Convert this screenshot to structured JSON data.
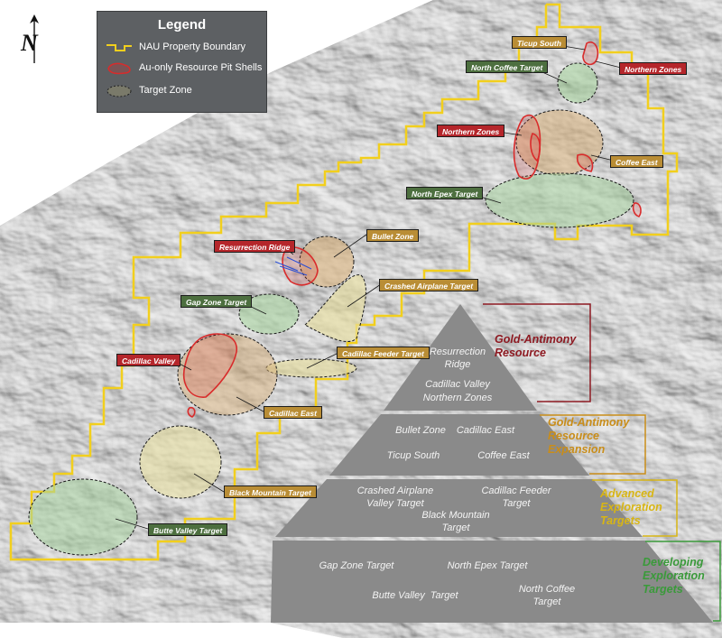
{
  "legend": {
    "title": "Legend",
    "items": [
      {
        "label": "NAU Property Boundary",
        "symbol": "boundary",
        "color": "#f2cf1d"
      },
      {
        "label": "Au-only Resource Pit Shells",
        "symbol": "pit-shell",
        "color": "#d92b2b"
      },
      {
        "label": "Target Zone",
        "symbol": "target-zone",
        "color": "#7a7a6a"
      }
    ]
  },
  "north_arrow": {
    "letter": "N"
  },
  "map_labels": [
    {
      "text": "Ticup South",
      "color": "gold"
    },
    {
      "text": "Northern Zones",
      "color": "red"
    },
    {
      "text": "North Coffee Target",
      "color": "green"
    },
    {
      "text": "Northern Zones",
      "color": "red"
    },
    {
      "text": "Coffee East",
      "color": "gold"
    },
    {
      "text": "North Epex Target",
      "color": "green"
    },
    {
      "text": "Resurrection Ridge",
      "color": "red"
    },
    {
      "text": "Bullet Zone",
      "color": "gold"
    },
    {
      "text": "Crashed Airplane Target",
      "color": "gold"
    },
    {
      "text": "Gap Zone Target",
      "color": "green"
    },
    {
      "text": "Cadillac Feeder Target",
      "color": "gold"
    },
    {
      "text": "Cadillac Valley",
      "color": "red"
    },
    {
      "text": "Cadillac East",
      "color": "gold"
    },
    {
      "text": "Black Mountain Target",
      "color": "gold"
    },
    {
      "text": "Butte Valley Target",
      "color": "green"
    }
  ],
  "pyramid": {
    "tier1": [
      "Resurrection\nRidge",
      "Cadillac Valley",
      "Northern Zones"
    ],
    "tier2": [
      "Bullet Zone",
      "Cadillac East",
      "Ticup South",
      "Coffee East"
    ],
    "tier3": [
      "Crashed Airplane\nValley Target",
      "Cadillac Feeder\nTarget",
      "Black Mountain\nTarget"
    ],
    "tier4": [
      "Gap Zone Target",
      "North Epex Target",
      "Butte Valley  Target",
      "North Coffee\nTarget"
    ]
  },
  "categories": [
    {
      "text": "Gold-Antimony\nResource",
      "color": "#8e1a22"
    },
    {
      "text": "Gold-Antimony\nResource\nExpansion",
      "color": "#c98d19"
    },
    {
      "text": "Advanced\nExploration\nTargets",
      "color": "#d8b514"
    },
    {
      "text": "Developing\nExploration\nTargets",
      "color": "#3a9a3a"
    }
  ],
  "colors": {
    "boundary": "#f2cf1d",
    "pit_shell": "#d92b2b",
    "pyramid": "#8a8a8a",
    "target_green": "#a8d4a0",
    "target_tan": "#d8b07a",
    "target_yellow": "#e8dfa0"
  }
}
